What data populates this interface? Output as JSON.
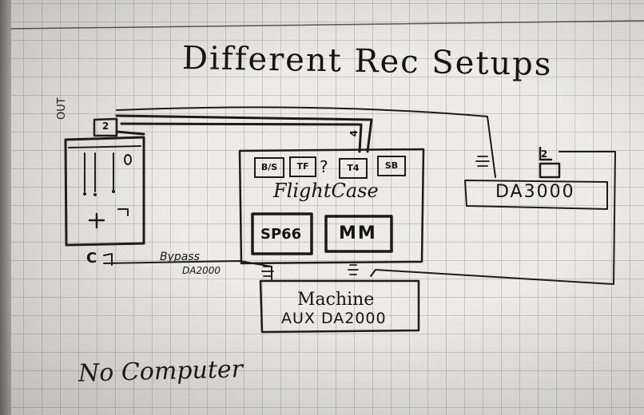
{
  "title": "Different Rec Setups",
  "devices": {
    "mixer": {
      "out_label": "OUT",
      "top_tag": "2",
      "c_label": "C"
    },
    "flightcase": {
      "label": "FlightCase",
      "top_tag": "4",
      "modules": [
        "B/S",
        "TF",
        "T4",
        "SB"
      ],
      "question": "?",
      "units": [
        "SP66",
        "MM"
      ]
    },
    "da3000": {
      "label": "DA3000",
      "tag": "2"
    },
    "machine": {
      "line1": "Machine",
      "line2": "AUX DA2000"
    }
  },
  "annotations": {
    "bypass": "Bypass",
    "bypass_sub": "DA2000",
    "footer": "No Computer"
  },
  "colors": {
    "ink": "#1b1b1b",
    "paper": "#ecebe6",
    "grid": "#7887965a"
  }
}
